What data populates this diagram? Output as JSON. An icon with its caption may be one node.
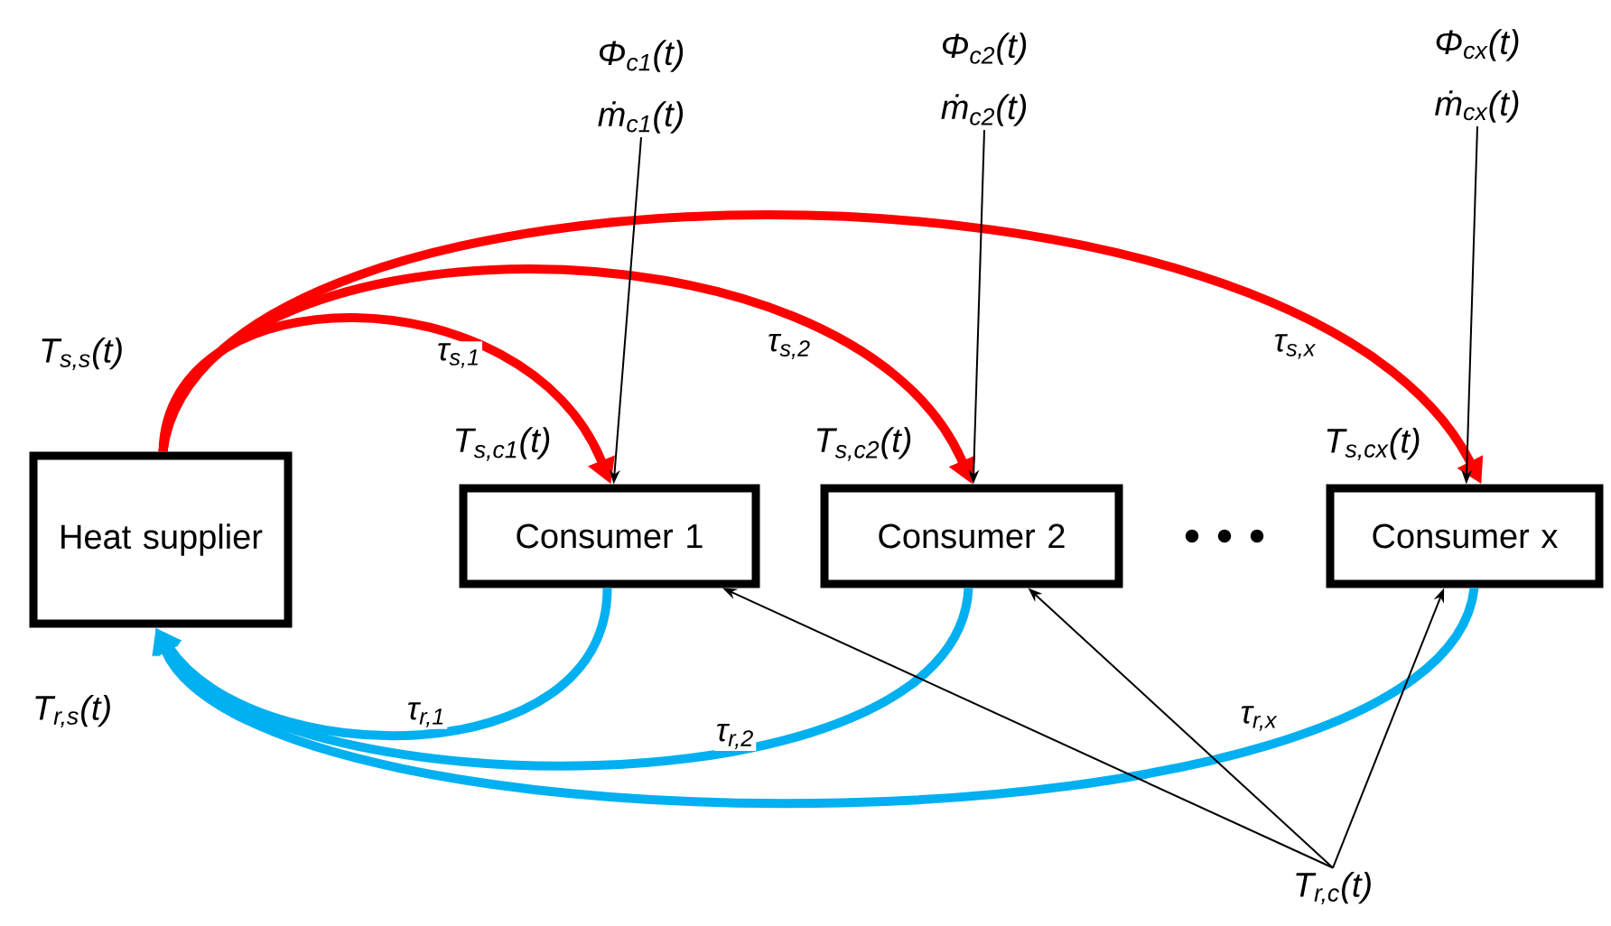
{
  "diagram": {
    "nodes": [
      {
        "text": [
          "Heat supplier"
        ]
      },
      {
        "text": [
          "Consumer 1"
        ]
      },
      {
        "text": [
          "Consumer 2"
        ]
      },
      {
        "text": [
          "Consumer x"
        ]
      },
      {
        "text": [
          "Φ$_{c1}$(t)",
          "ṁ$_{c1}$(t)"
        ]
      },
      {
        "text": [
          "Φ$_{c2}$(t)",
          "ṁ$_{c2}$(t)"
        ]
      },
      {
        "text": [
          "Φ$_{cx}$(t)",
          "ṁ$_{cx}$(t)"
        ]
      },
      {
        "text": [
          "T$_{r,c}$(t)"
        ]
      }
    ],
    "edges": [
      {
        "from": 0,
        "to": 1,
        "arrow": "to",
        "label": "τ$_{s,1}$",
        "style": "thick",
        "color": "#ff0000"
      },
      {
        "from": 0,
        "to": 2,
        "arrow": "to",
        "label": "τ$_{s,2}$",
        "style": "thick",
        "color": "#ff0000"
      },
      {
        "from": 0,
        "to": 3,
        "arrow": "to",
        "label": "τ$_{s,x}$",
        "style": "thick",
        "color": "#ff0000"
      },
      {
        "from": 1,
        "to": 0,
        "arrow": "to",
        "label": "τ$_{r,1}$",
        "style": "thick",
        "color": "#00b0f0"
      },
      {
        "from": 2,
        "to": 0,
        "arrow": "to",
        "label": "τ$_{r,2}$",
        "style": "thick",
        "color": "#00b0f0"
      },
      {
        "from": 3,
        "to": 0,
        "arrow": "to",
        "label": "τ$_{r,x}$",
        "style": "thick",
        "color": "#00b0f0"
      },
      {
        "from": 4,
        "to": 1,
        "arrow": "to"
      },
      {
        "from": 5,
        "to": 2,
        "arrow": "to"
      },
      {
        "from": 6,
        "to": 3,
        "arrow": "to"
      },
      {
        "from": 7,
        "to": 1,
        "arrow": "to"
      },
      {
        "from": 7,
        "to": 2,
        "arrow": "to"
      },
      {
        "from": 7,
        "to": 3,
        "arrow": "to"
      }
    ],
    "labels": [
      "T$_{s,s}$(t)",
      "T$_{s,c1}$(t)",
      "T$_{s,c2}$(t)",
      "T$_{s,cx}$(t)",
      "T$_{r,s}$(t)"
    ]
  }
}
